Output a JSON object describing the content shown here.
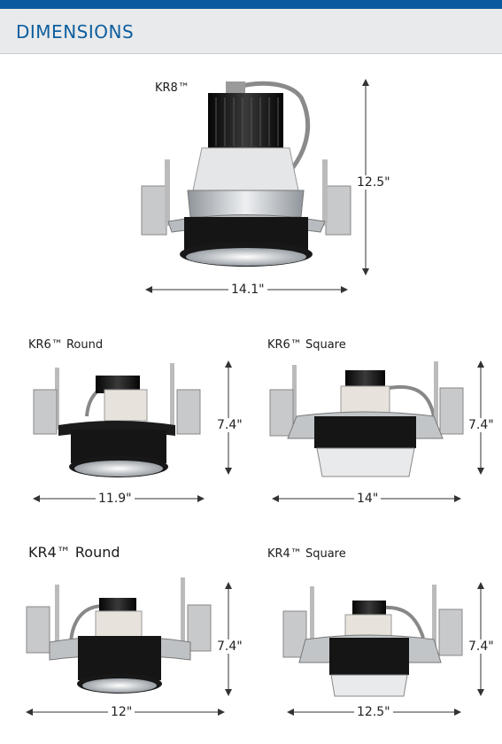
{
  "header": {
    "title": "DIMENSIONS"
  },
  "products": [
    {
      "name": "KR8™",
      "height": "12.5\"",
      "width": "14.1\""
    },
    {
      "name": "KR6™ Round",
      "height": "7.4\"",
      "width": "11.9\""
    },
    {
      "name": "KR6™ Square",
      "height": "7.4\"",
      "width": "14\""
    },
    {
      "name": "KR4™ Round",
      "height": "7.4\"",
      "width": "12\""
    },
    {
      "name": "KR4™ Square",
      "height": "7.4\"",
      "width": "12.5\""
    }
  ],
  "colors": {
    "brand_blue": "#0a5aa0",
    "header_bg": "#e9eaeb",
    "fixture_black": "#151515",
    "bracket_gray": "#c7c9cb"
  }
}
